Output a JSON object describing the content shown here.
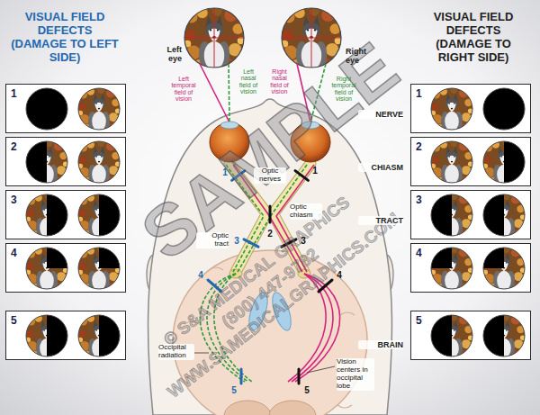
{
  "diagram": {
    "nodes": [
      {
        "text": [
          "1"
        ]
      },
      {
        "text": [
          "2"
        ]
      },
      {
        "text": [
          "3"
        ]
      },
      {
        "text": [
          "4"
        ]
      },
      {
        "text": [
          "5"
        ]
      },
      {
        "text": [
          "1"
        ]
      },
      {
        "text": [
          "2"
        ]
      },
      {
        "text": [
          "3"
        ]
      },
      {
        "text": [
          "4"
        ]
      },
      {
        "text": [
          "5"
        ]
      }
    ],
    "labels": [
      "VISUAL FIELD DEFECTS (DAMAGE TO LEFT SIDE)",
      "VISUAL FIELD DEFECTS (DAMAGE TO RIGHT SIDE)",
      "Left eye",
      "Right eye",
      "Left temporal field of vision",
      "Left nasal field of vision",
      "Right nasal field of vision",
      "Right temporal field of vision",
      "Optic nerves",
      "Optic chiasm",
      "Optic tract",
      "Occipital radiation",
      "Vision centers in occipital lobe",
      "NERVE",
      "CHIASM",
      "TRACT",
      "BRAIN",
      "1",
      "1",
      "2",
      "3",
      "3",
      "4",
      "4",
      "5",
      "5",
      "SAMPLE",
      "© S&A MEDICAL GRAPHICS",
      "(800) 447-9782",
      "WWW.SAMEDICALGRAPHICS.COM"
    ]
  }
}
